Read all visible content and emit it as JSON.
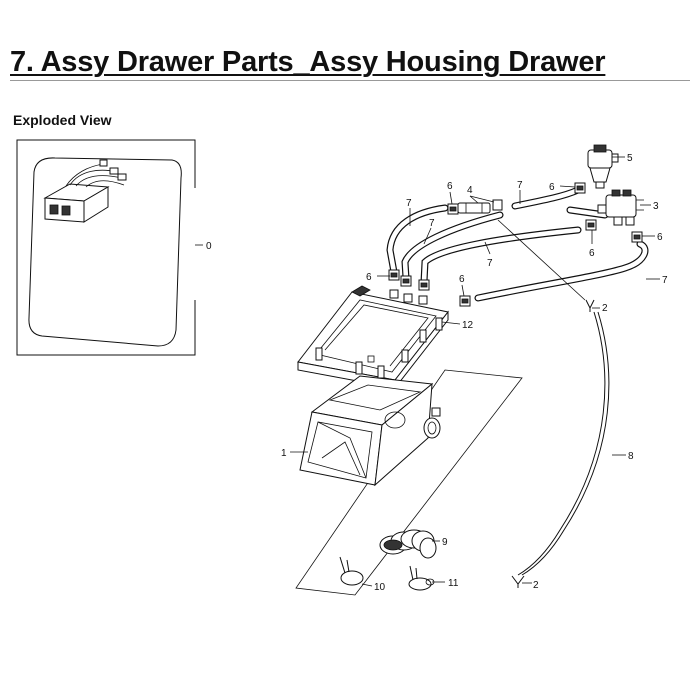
{
  "page": {
    "title": "7.  Assy Drawer Parts_Assy Housing Drawer",
    "section_label": "Exploded View"
  },
  "callouts": {
    "c0": "0",
    "c1": "1",
    "c2a": "2",
    "c2b": "2",
    "c3": "3",
    "c4": "4",
    "c5": "5",
    "c6a": "6",
    "c6b": "6",
    "c6c": "6",
    "c6d": "6",
    "c6e": "6",
    "c6f": "6",
    "c7a": "7",
    "c7b": "7",
    "c7c": "7",
    "c7d": "7",
    "c7e": "7",
    "c8": "8",
    "c9": "9",
    "c10": "10",
    "c11": "11",
    "c12": "12"
  }
}
